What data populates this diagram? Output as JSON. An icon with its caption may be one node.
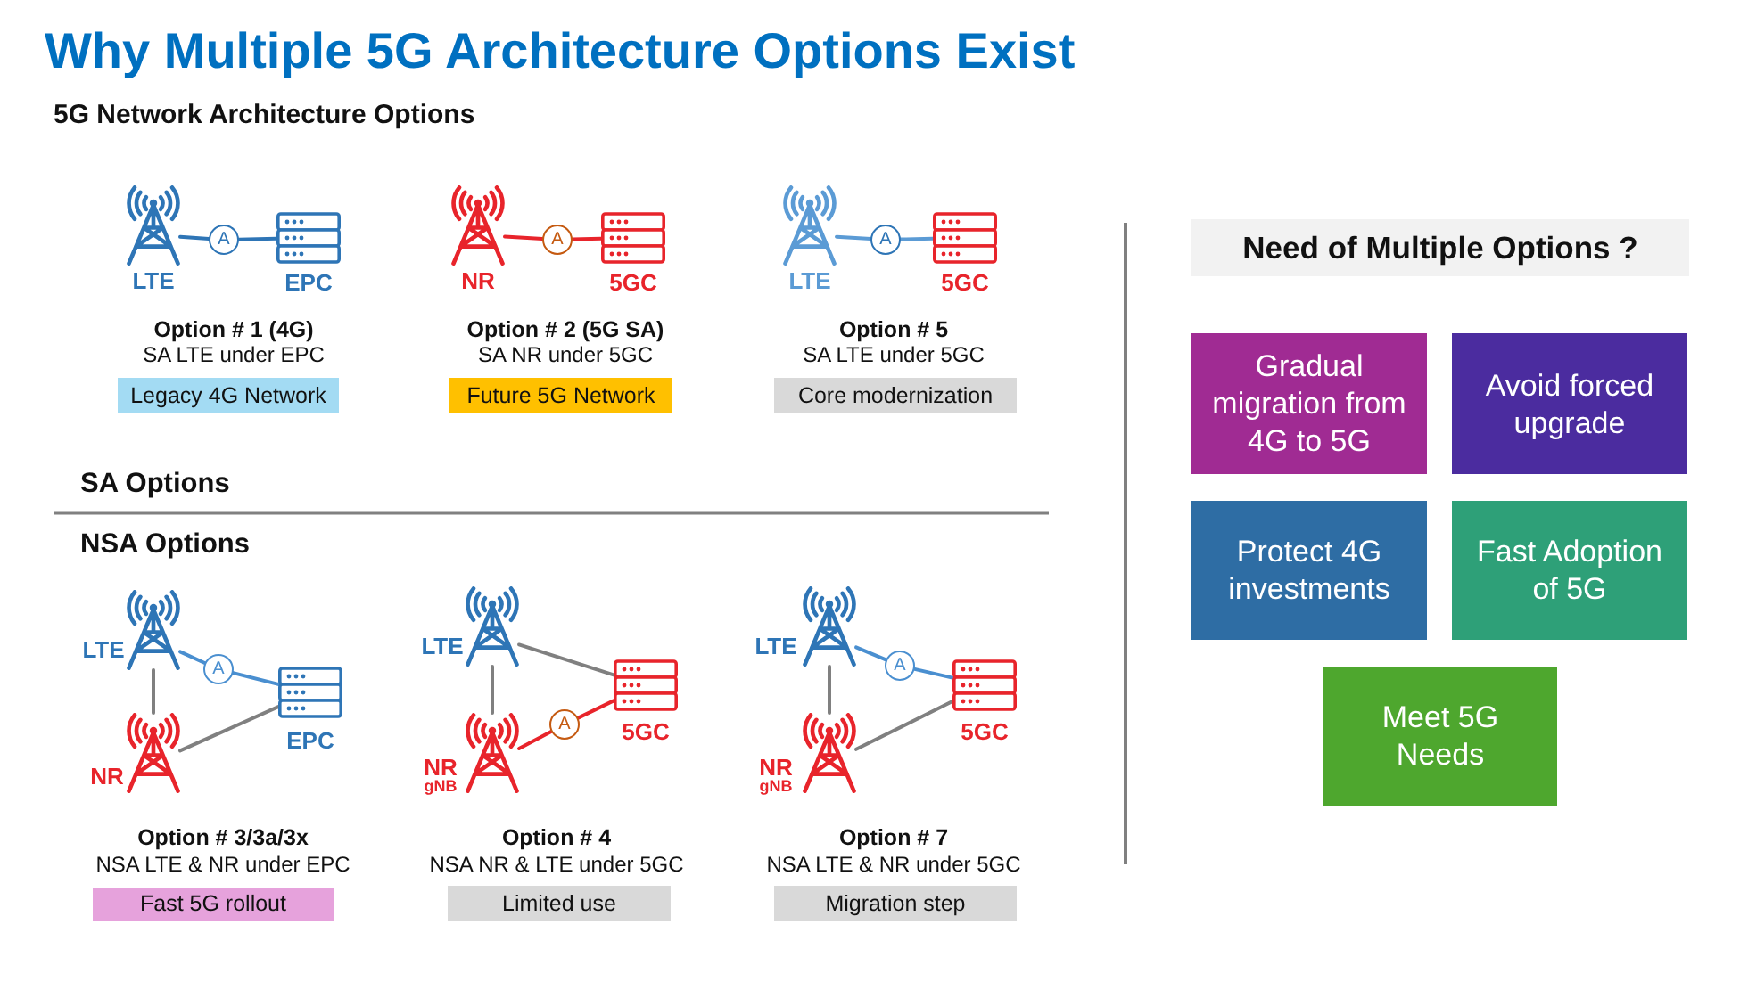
{
  "diagram": {
    "title": "Why Multiple 5G Architecture Options Exist",
    "nodes": [
      {
        "text": [
          "LTE"
        ]
      },
      {
        "text": [
          "A"
        ]
      },
      {
        "text": [
          "EPC"
        ]
      },
      {
        "text": [
          "Legacy 4G Network"
        ]
      },
      {
        "text": [
          "NR"
        ]
      },
      {
        "text": [
          "A"
        ]
      },
      {
        "text": [
          "5GC"
        ]
      },
      {
        "text": [
          "Future 5G Network"
        ]
      },
      {
        "text": [
          "LTE"
        ]
      },
      {
        "text": [
          "A"
        ]
      },
      {
        "text": [
          "5GC"
        ]
      },
      {
        "text": [
          "Core modernization"
        ]
      },
      {
        "text": [
          "LTE"
        ]
      },
      {
        "text": [
          "A"
        ]
      },
      {
        "text": [
          "EPC"
        ]
      },
      {
        "text": [
          "NR"
        ]
      },
      {
        "text": [
          "Fast 5G rollout"
        ]
      },
      {
        "text": [
          "LTE"
        ]
      },
      {
        "text": [
          "5GC"
        ]
      },
      {
        "text": [
          "NR",
          "gNB"
        ]
      },
      {
        "text": [
          "A"
        ]
      },
      {
        "text": [
          "Limited use"
        ]
      },
      {
        "text": [
          "LTE"
        ]
      },
      {
        "text": [
          "A"
        ]
      },
      {
        "text": [
          "5GC"
        ]
      },
      {
        "text": [
          "NR",
          "gNB"
        ]
      },
      {
        "text": [
          "Migration step"
        ]
      },
      {
        "text": [
          "Need of Multiple Options ?"
        ]
      },
      {
        "text": [
          "Gradual migration from 4G to 5G"
        ]
      },
      {
        "text": [
          "Avoid forced upgrade"
        ]
      },
      {
        "text": [
          "Protect 4G investments"
        ]
      },
      {
        "text": [
          "Fast Adoption of 5G"
        ]
      },
      {
        "text": [
          "Meet 5G Needs"
        ]
      }
    ],
    "edges": [
      {
        "from": 0,
        "to": 1,
        "arrow": "none",
        "color": "#2e75b6"
      },
      {
        "from": 1,
        "to": 2,
        "arrow": "none",
        "color": "#2e75b6"
      },
      {
        "from": 4,
        "to": 5,
        "arrow": "none",
        "color": "#e8242b"
      },
      {
        "from": 5,
        "to": 6,
        "arrow": "none",
        "color": "#e8242b"
      },
      {
        "from": 8,
        "to": 9,
        "arrow": "none",
        "color": "#5b9bd5"
      },
      {
        "from": 9,
        "to": 10,
        "arrow": "none",
        "color": "#5b9bd5"
      },
      {
        "from": 12,
        "to": 13,
        "arrow": "none",
        "color": "#4a8fd0"
      },
      {
        "from": 13,
        "to": 14,
        "arrow": "none",
        "color": "#4a8fd0"
      },
      {
        "from": 12,
        "to": 15,
        "arrow": "none",
        "color": "#808080"
      },
      {
        "from": 15,
        "to": 14,
        "arrow": "none",
        "color": "#808080"
      },
      {
        "from": 17,
        "to": 19,
        "arrow": "none",
        "color": "#808080"
      },
      {
        "from": 17,
        "to": 18,
        "arrow": "none",
        "color": "#808080"
      },
      {
        "from": 19,
        "to": 20,
        "arrow": "none",
        "color": "#e8242b"
      },
      {
        "from": 20,
        "to": 18,
        "arrow": "none",
        "color": "#e8242b"
      },
      {
        "from": 22,
        "to": 23,
        "arrow": "none",
        "color": "#4a8fd0"
      },
      {
        "from": 23,
        "to": 24,
        "arrow": "none",
        "color": "#4a8fd0"
      },
      {
        "from": 22,
        "to": 25,
        "arrow": "none",
        "color": "#808080"
      },
      {
        "from": 25,
        "to": 24,
        "arrow": "none",
        "color": "#808080"
      }
    ],
    "labels": [
      "5G Network Architecture Options",
      "Option # 1 (4G)",
      "SA LTE under EPC",
      "Option # 2 (5G SA)",
      "SA NR under 5GC",
      "Option # 5",
      "SA LTE under 5GC",
      "SA Options",
      "NSA Options",
      "Option # 3/3a/3x",
      "NSA LTE & NR under EPC",
      "Option # 4",
      "NSA NR & LTE under 5GC",
      "Option # 7",
      "NSA LTE & NR under 5GC"
    ]
  }
}
